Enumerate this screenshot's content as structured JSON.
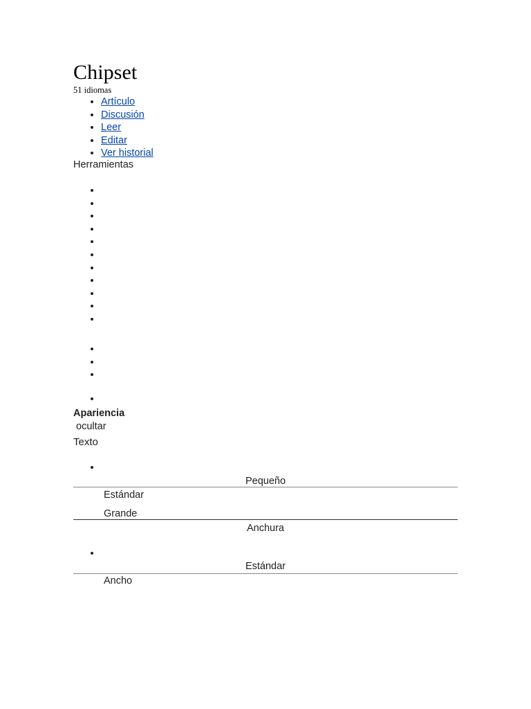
{
  "article": {
    "title": "Chipset",
    "language_count_label": "51 idiomas"
  },
  "namespace_tabs": [
    {
      "label": "Artículo"
    },
    {
      "label": "Discusión"
    }
  ],
  "view_tabs": [
    {
      "label": "Leer"
    },
    {
      "label": "Editar"
    },
    {
      "label": "Ver historial"
    }
  ],
  "tools": {
    "label": "Herramientas",
    "empty_items_primary_count": 11,
    "empty_items_secondary_count": 3,
    "empty_items_tertiary_count": 1
  },
  "appearance": {
    "heading": "Apariencia",
    "toggle_label": "ocultar",
    "text": {
      "section_label": "Texto",
      "options": [
        {
          "label": "Pequeño",
          "align": "center"
        },
        {
          "label": "Estándar",
          "align": "left"
        },
        {
          "label": "Grande",
          "align": "left"
        }
      ]
    },
    "width": {
      "section_label": "Anchura",
      "options": [
        {
          "label": "Estándar",
          "align": "center"
        },
        {
          "label": "Ancho",
          "align": "left"
        }
      ]
    }
  },
  "colors": {
    "link": "#0645ad",
    "text": "#202122",
    "rule": "#888888",
    "rule_dark": "#2b2b2b",
    "background": "#ffffff"
  }
}
